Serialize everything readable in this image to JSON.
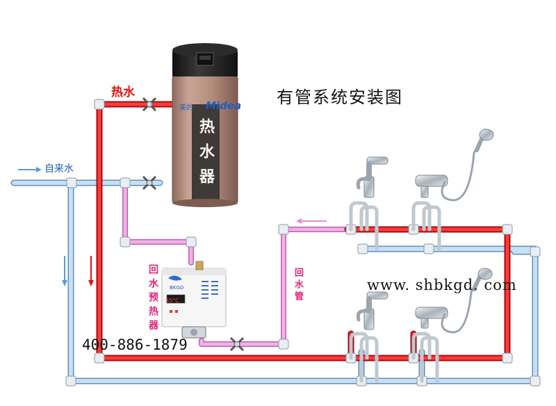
{
  "diagram": {
    "title": "有管系统安装图",
    "hot_water_label": "热水",
    "cold_water_label": "自来水",
    "heater_label": "热水器",
    "heater_brand_cn": "美的",
    "heater_brand": "Midea",
    "preheater_label": "回水预热器",
    "preheater_brand": "BKGD",
    "preheater_display": "35°C",
    "return_pipe_label": "回水管",
    "phone": "400-886-1879",
    "website": "www. shbkgd. com"
  },
  "colors": {
    "hot_pipe": "#e01a22",
    "cold_pipe": "#9cc3e6",
    "return_pipe": "#e58ad6",
    "heater_body": "#b58f7e",
    "heater_top": "#222222"
  },
  "icons": {
    "valve": "butterfly-valve-icon",
    "faucet": "faucet-icon",
    "shower": "shower-head-icon",
    "pump": "circulation-pump-icon"
  }
}
